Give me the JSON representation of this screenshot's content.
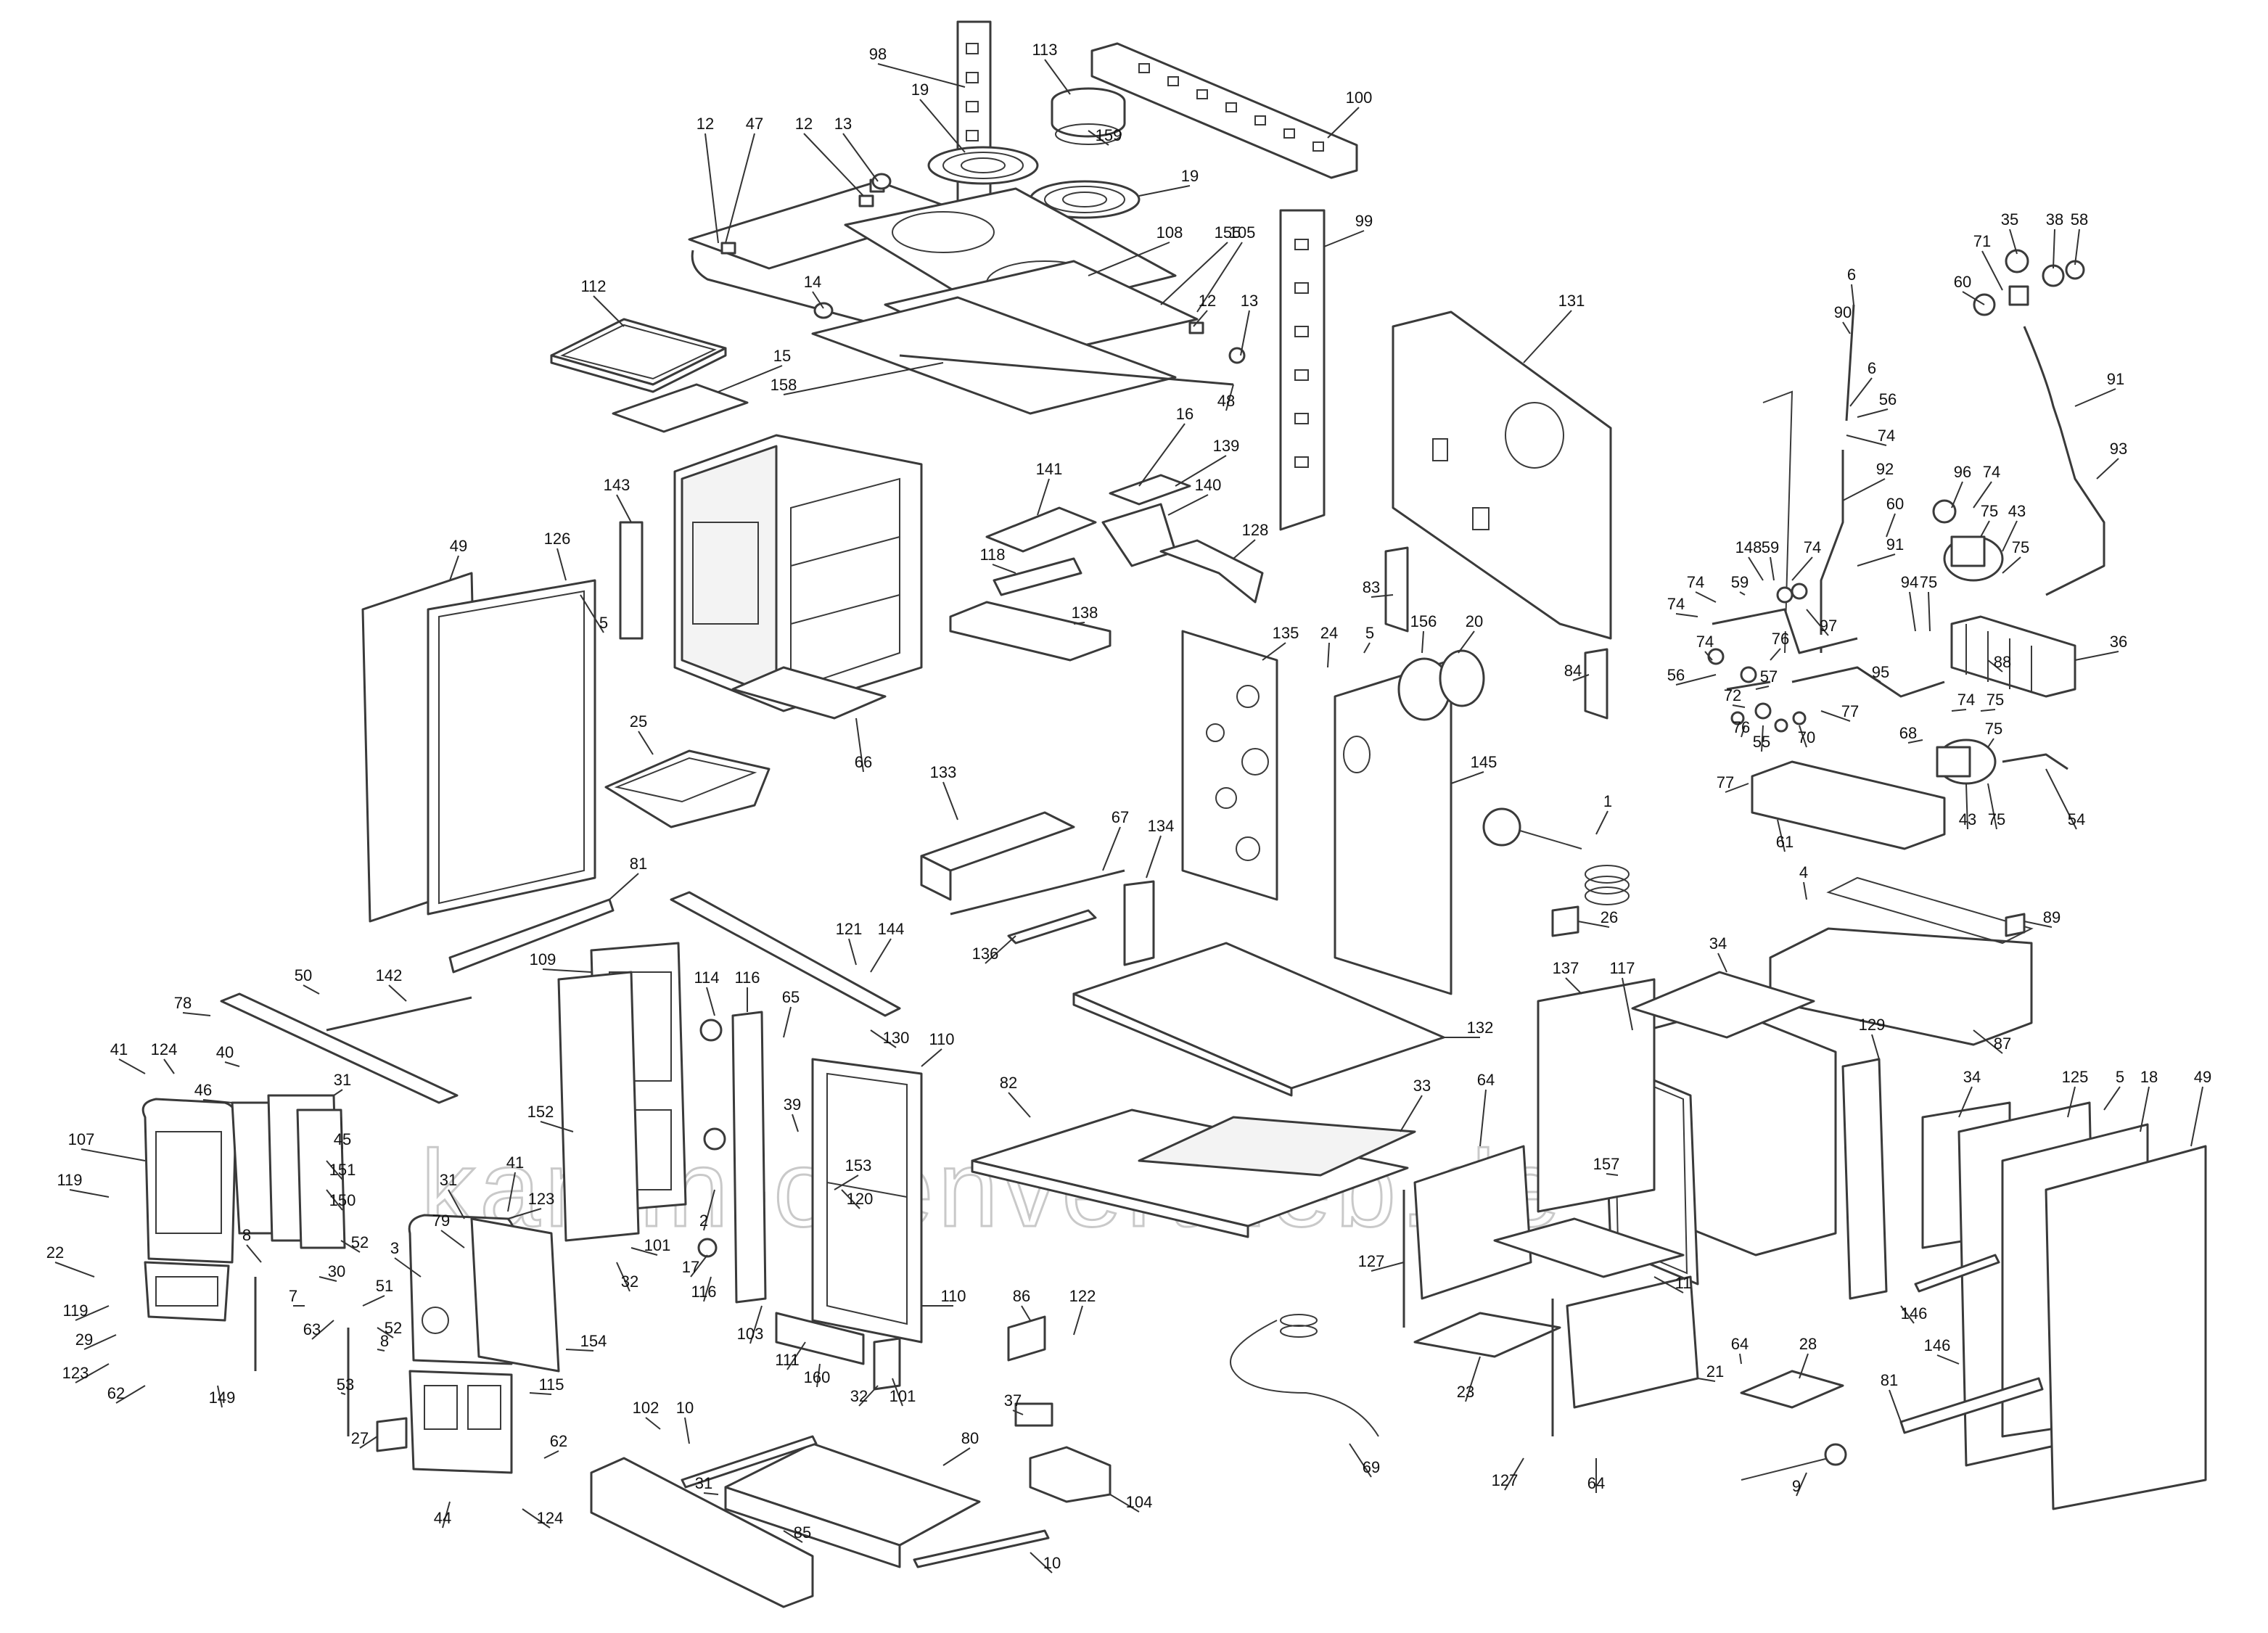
{
  "diagram": {
    "watermark": "kamin-ofenvertrieb.de",
    "callouts": [
      {
        "t": "98"
      },
      {
        "t": "113"
      },
      {
        "t": "100"
      },
      {
        "t": "19"
      },
      {
        "t": "159"
      },
      {
        "t": "12"
      },
      {
        "t": "47"
      },
      {
        "t": "12"
      },
      {
        "t": "13"
      },
      {
        "t": "19"
      },
      {
        "t": "108"
      },
      {
        "t": "155"
      },
      {
        "t": "105"
      },
      {
        "t": "99"
      },
      {
        "t": "112"
      },
      {
        "t": "14"
      },
      {
        "t": "12"
      },
      {
        "t": "13"
      },
      {
        "t": "15"
      },
      {
        "t": "158"
      },
      {
        "t": "48"
      },
      {
        "t": "131"
      },
      {
        "t": "6"
      },
      {
        "t": "90"
      },
      {
        "t": "6"
      },
      {
        "t": "56"
      },
      {
        "t": "74"
      },
      {
        "t": "35"
      },
      {
        "t": "38"
      },
      {
        "t": "58"
      },
      {
        "t": "71"
      },
      {
        "t": "60"
      },
      {
        "t": "91"
      },
      {
        "t": "93"
      },
      {
        "t": "16"
      },
      {
        "t": "139"
      },
      {
        "t": "141"
      },
      {
        "t": "140"
      },
      {
        "t": "128"
      },
      {
        "t": "143"
      },
      {
        "t": "49"
      },
      {
        "t": "126"
      },
      {
        "t": "5"
      },
      {
        "t": "118"
      },
      {
        "t": "138"
      },
      {
        "t": "92"
      },
      {
        "t": "96"
      },
      {
        "t": "74"
      },
      {
        "t": "60"
      },
      {
        "t": "75"
      },
      {
        "t": "43"
      },
      {
        "t": "91"
      },
      {
        "t": "75"
      },
      {
        "t": "148"
      },
      {
        "t": "59"
      },
      {
        "t": "74"
      },
      {
        "t": "74"
      },
      {
        "t": "59"
      },
      {
        "t": "97"
      },
      {
        "t": "74"
      },
      {
        "t": "83"
      },
      {
        "t": "135"
      },
      {
        "t": "24"
      },
      {
        "t": "5"
      },
      {
        "t": "156"
      },
      {
        "t": "20"
      },
      {
        "t": "84"
      },
      {
        "t": "94"
      },
      {
        "t": "75"
      },
      {
        "t": "36"
      },
      {
        "t": "76"
      },
      {
        "t": "74"
      },
      {
        "t": "56"
      },
      {
        "t": "88"
      },
      {
        "t": "57"
      },
      {
        "t": "95"
      },
      {
        "t": "72"
      },
      {
        "t": "77"
      },
      {
        "t": "74"
      },
      {
        "t": "75"
      },
      {
        "t": "76"
      },
      {
        "t": "55"
      },
      {
        "t": "70"
      },
      {
        "t": "68"
      },
      {
        "t": "75"
      },
      {
        "t": "25"
      },
      {
        "t": "66"
      },
      {
        "t": "145"
      },
      {
        "t": "133"
      },
      {
        "t": "77"
      },
      {
        "t": "43"
      },
      {
        "t": "75"
      },
      {
        "t": "54"
      },
      {
        "t": "67"
      },
      {
        "t": "134"
      },
      {
        "t": "1"
      },
      {
        "t": "61"
      },
      {
        "t": "81"
      },
      {
        "t": "136"
      },
      {
        "t": "4"
      },
      {
        "t": "26"
      },
      {
        "t": "89"
      },
      {
        "t": "121"
      },
      {
        "t": "144"
      },
      {
        "t": "34"
      },
      {
        "t": "50"
      },
      {
        "t": "142"
      },
      {
        "t": "109"
      },
      {
        "t": "114"
      },
      {
        "t": "116"
      },
      {
        "t": "65"
      },
      {
        "t": "130"
      },
      {
        "t": "110"
      },
      {
        "t": "87"
      },
      {
        "t": "78"
      },
      {
        "t": "132"
      },
      {
        "t": "137"
      },
      {
        "t": "117"
      },
      {
        "t": "129"
      },
      {
        "t": "41"
      },
      {
        "t": "124"
      },
      {
        "t": "40"
      },
      {
        "t": "46"
      },
      {
        "t": "31"
      },
      {
        "t": "152"
      },
      {
        "t": "82"
      },
      {
        "t": "33"
      },
      {
        "t": "64"
      },
      {
        "t": "34"
      },
      {
        "t": "125"
      },
      {
        "t": "5"
      },
      {
        "t": "18"
      },
      {
        "t": "49"
      },
      {
        "t": "107"
      },
      {
        "t": "45"
      },
      {
        "t": "39"
      },
      {
        "t": "153"
      },
      {
        "t": "157"
      },
      {
        "t": "119"
      },
      {
        "t": "151"
      },
      {
        "t": "31"
      },
      {
        "t": "41"
      },
      {
        "t": "123"
      },
      {
        "t": "2"
      },
      {
        "t": "120"
      },
      {
        "t": "150"
      },
      {
        "t": "79"
      },
      {
        "t": "52"
      },
      {
        "t": "101"
      },
      {
        "t": "22"
      },
      {
        "t": "8"
      },
      {
        "t": "30"
      },
      {
        "t": "3"
      },
      {
        "t": "17"
      },
      {
        "t": "127"
      },
      {
        "t": "11"
      },
      {
        "t": "119"
      },
      {
        "t": "7"
      },
      {
        "t": "51"
      },
      {
        "t": "32"
      },
      {
        "t": "116"
      },
      {
        "t": "110"
      },
      {
        "t": "146"
      },
      {
        "t": "29"
      },
      {
        "t": "63"
      },
      {
        "t": "52"
      },
      {
        "t": "103"
      },
      {
        "t": "86"
      },
      {
        "t": "122"
      },
      {
        "t": "8"
      },
      {
        "t": "154"
      },
      {
        "t": "111"
      },
      {
        "t": "64"
      },
      {
        "t": "123"
      },
      {
        "t": "21"
      },
      {
        "t": "28"
      },
      {
        "t": "146"
      },
      {
        "t": "62"
      },
      {
        "t": "149"
      },
      {
        "t": "53"
      },
      {
        "t": "115"
      },
      {
        "t": "160"
      },
      {
        "t": "32"
      },
      {
        "t": "101"
      },
      {
        "t": "23"
      },
      {
        "t": "37"
      },
      {
        "t": "81"
      },
      {
        "t": "102"
      },
      {
        "t": "10"
      },
      {
        "t": "80"
      },
      {
        "t": "27"
      },
      {
        "t": "62"
      },
      {
        "t": "31"
      },
      {
        "t": "127"
      },
      {
        "t": "64"
      },
      {
        "t": "69"
      },
      {
        "t": "104"
      },
      {
        "t": "44"
      },
      {
        "t": "124"
      },
      {
        "t": "85"
      },
      {
        "t": "9"
      },
      {
        "t": "10"
      }
    ]
  }
}
